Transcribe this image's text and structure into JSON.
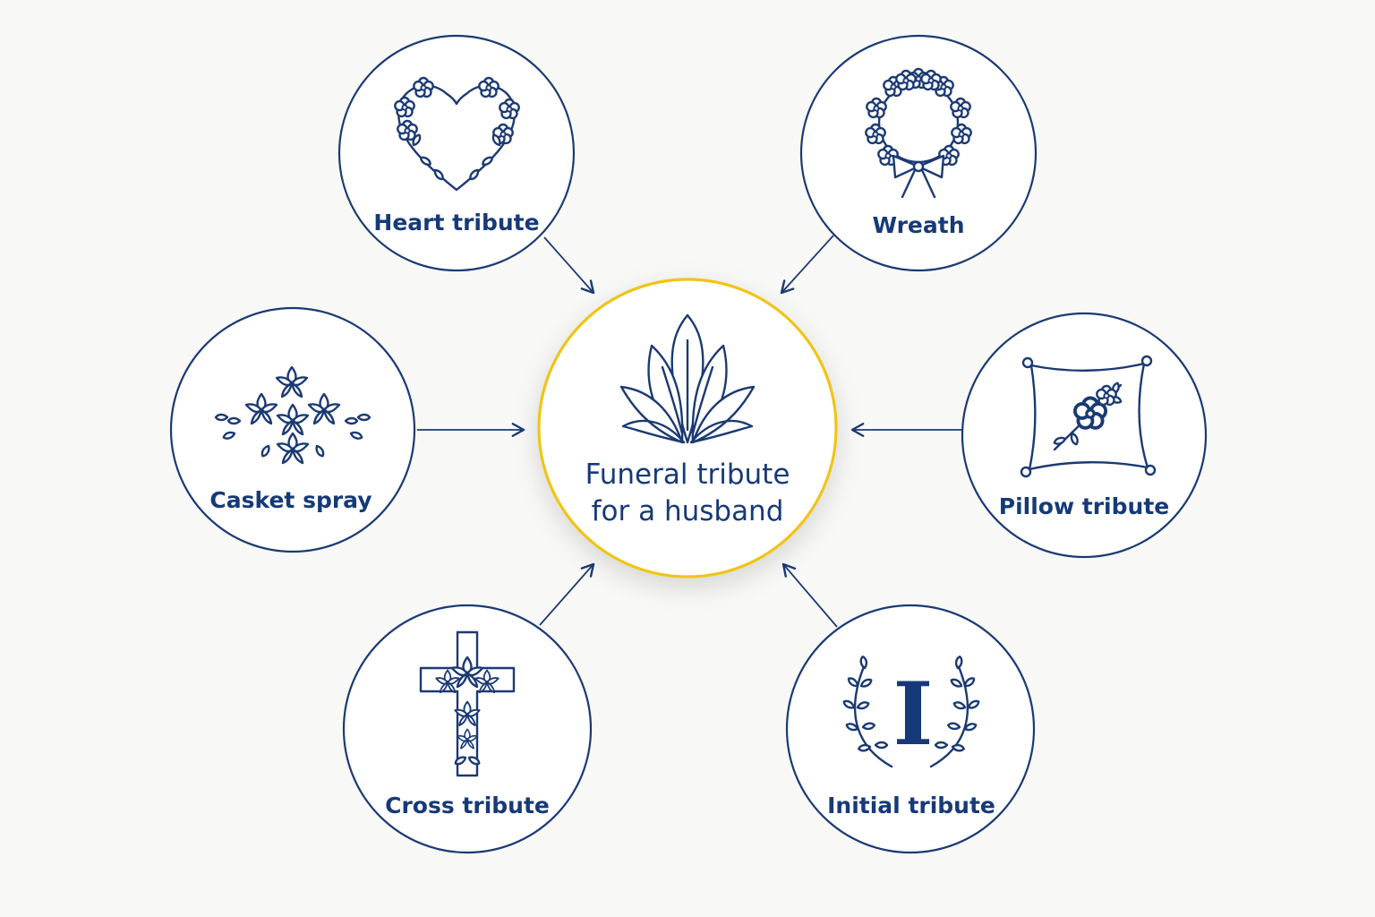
{
  "center": {
    "line1": "Funeral tribute",
    "line2": "for a husband",
    "icon": "lotus-icon",
    "border_color": "#f0c419"
  },
  "nodes": {
    "heart": {
      "label": "Heart tribute",
      "icon": "floral-heart-icon"
    },
    "wreath": {
      "label": "Wreath",
      "icon": "floral-wreath-icon"
    },
    "casket": {
      "label": "Casket spray",
      "icon": "casket-spray-icon"
    },
    "pillow": {
      "label": "Pillow tribute",
      "icon": "floral-pillow-icon"
    },
    "cross": {
      "label": "Cross tribute",
      "icon": "floral-cross-icon"
    },
    "initial": {
      "label": "Initial tribute",
      "icon": "laurel-initial-icon",
      "letter": "I"
    }
  },
  "colors": {
    "navy": "#1b3a73",
    "gold": "#f0c419",
    "background": "#f8f8f6"
  }
}
